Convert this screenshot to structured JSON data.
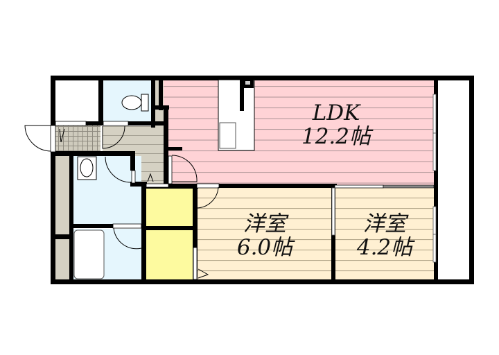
{
  "floor_plan": {
    "rooms": {
      "ldk": {
        "name": "LDK",
        "size": "12.2帖"
      },
      "western_room_1": {
        "name": "洋室",
        "size": "6.0帖"
      },
      "western_room_2": {
        "name": "洋室",
        "size": "4.2帖"
      }
    },
    "colors": {
      "ldk": "#ffd3d6",
      "western_rooms": "#fff0d2",
      "wet_areas": "#e5f6fd",
      "corridor": "#d5d1c3",
      "closets": "#fdfa9f",
      "entrance_tile": "#cfcbbd",
      "walls": "#000000",
      "floor_lines": "#a89f90"
    },
    "fixtures": [
      "toilet",
      "washbasin",
      "bathtub",
      "kitchen-counter",
      "entrance-door",
      "balcony"
    ]
  }
}
